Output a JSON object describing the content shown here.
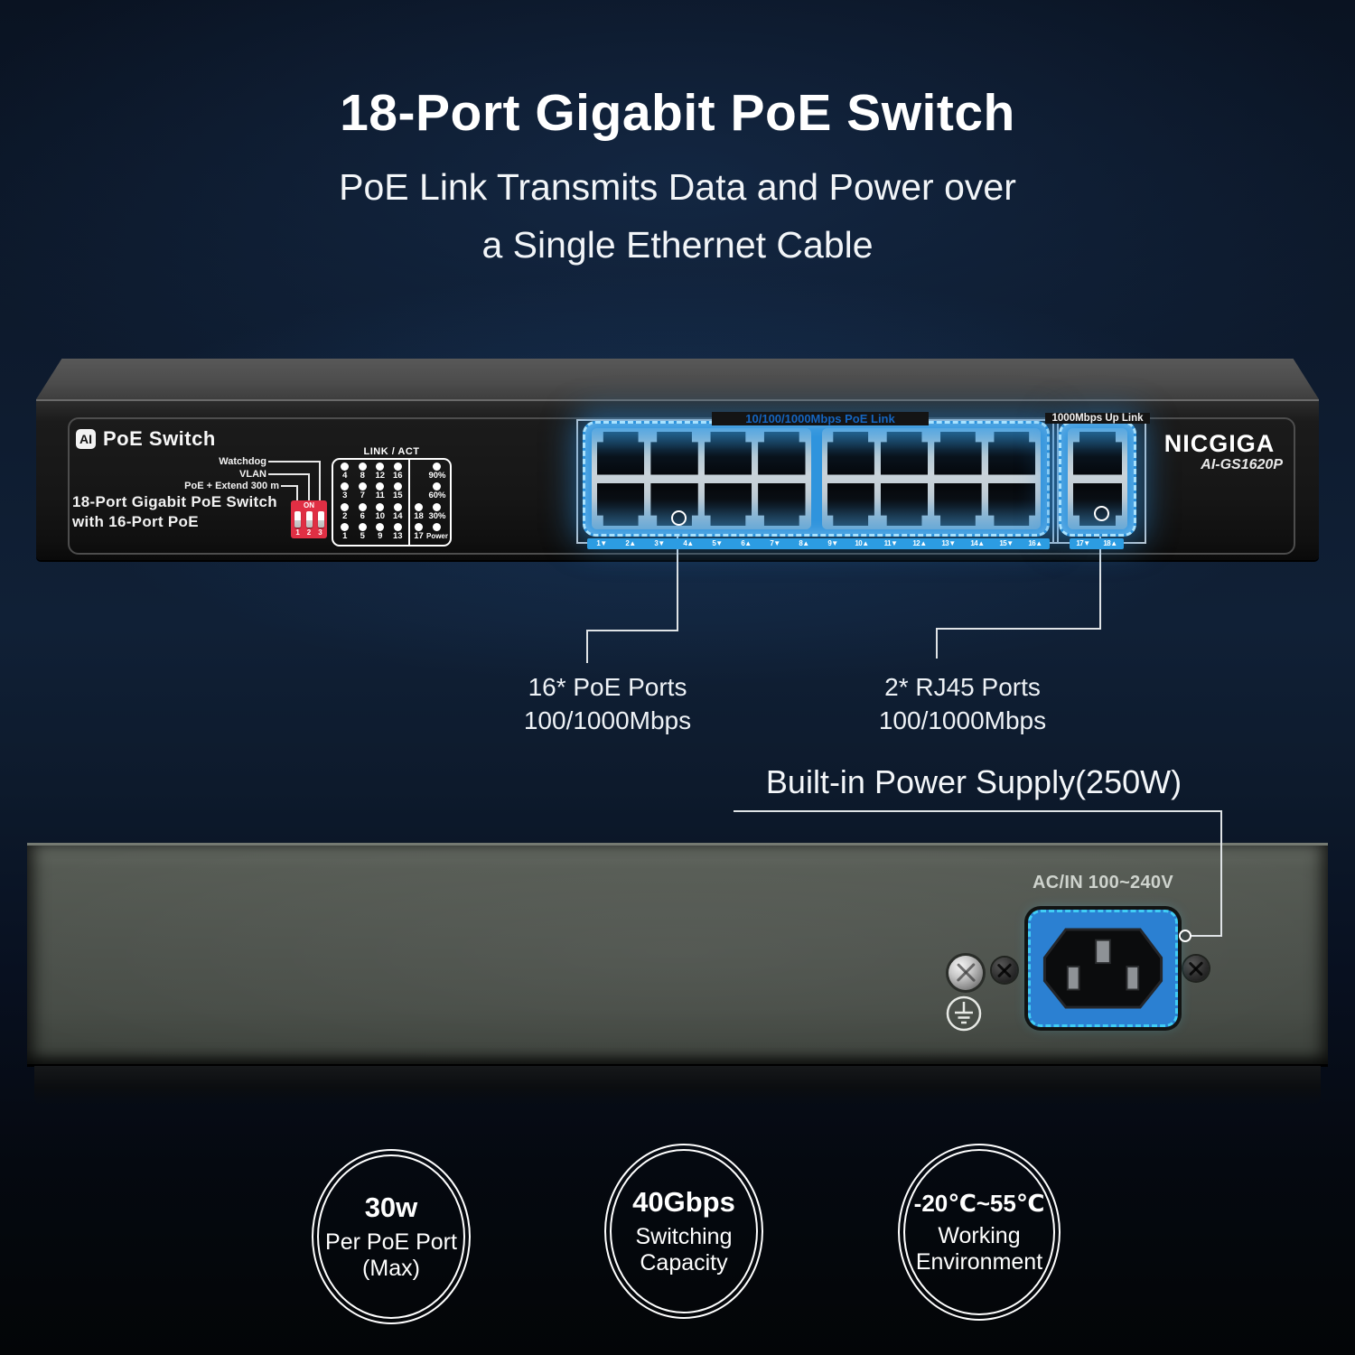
{
  "header": {
    "title": "18-Port Gigabit PoE Switch",
    "subtitle_line1": "PoE Link Transmits Data and Power over",
    "subtitle_line2": "a Single Ethernet Cable"
  },
  "front_panel": {
    "ai_badge": "AI",
    "ai_label": "PoE Switch",
    "dip_function_labels": [
      "Watchdog",
      "VLAN",
      "PoE + Extend 300 m"
    ],
    "dip_on_label": "ON",
    "dip_numbers": [
      "1",
      "2",
      "3"
    ],
    "model_line1": "18-Port Gigabit PoE Switch",
    "model_line2": "with 16-Port PoE",
    "led_title": "LINK / ACT",
    "led_grid": [
      [
        "4",
        "8",
        "12",
        "16"
      ],
      [
        "3",
        "7",
        "11",
        "15"
      ],
      [
        "2",
        "6",
        "10",
        "14"
      ],
      [
        "1",
        "5",
        "9",
        "13"
      ]
    ],
    "led_right": [
      {
        "num": "",
        "pct": "90%"
      },
      {
        "num": "",
        "pct": "60%"
      },
      {
        "num": "18",
        "pct": "30%"
      },
      {
        "num": "17",
        "pct": "Power"
      }
    ],
    "poe_group_label": "10/100/1000Mbps PoE Link",
    "uplink_group_label": "1000Mbps Up Link",
    "brand": "NICGIGA",
    "model_number": "AI-GS1620P",
    "poe_port_labels": [
      "1▼",
      "2▲",
      "3▼",
      "4▲",
      "5▼",
      "6▲",
      "7▼",
      "8▲",
      "9▼",
      "10▲",
      "11▼",
      "12▲",
      "13▼",
      "14▲",
      "15▼",
      "16▲"
    ],
    "uplink_port_labels": [
      "17▼",
      "18▲"
    ]
  },
  "callouts": {
    "poe": {
      "line1": "16* PoE Ports",
      "line2": "100/1000Mbps"
    },
    "uplink": {
      "line1": "2* RJ45 Ports",
      "line2": "100/1000Mbps"
    },
    "power_supply": "Built-in Power Supply(250W)"
  },
  "back_panel": {
    "ac_inlet_label": "AC/IN 100~240V"
  },
  "feature_badges": [
    {
      "value": "30w",
      "line1": "Per PoE Port",
      "line2": "(Max)"
    },
    {
      "value": "40Gbps",
      "line1": "Switching",
      "line2": "Capacity"
    },
    {
      "value": "-20℃~55℃",
      "line1": "Working",
      "line2": "Environment"
    }
  ],
  "colors": {
    "port_highlight": "#2f94dd",
    "dashed_border": "#a8e2ff",
    "strip_blue": "#2c9ce2",
    "dip_red": "#e02f44",
    "poe_label_blue": "#1565c0",
    "background_navy": "#0e1c30"
  }
}
